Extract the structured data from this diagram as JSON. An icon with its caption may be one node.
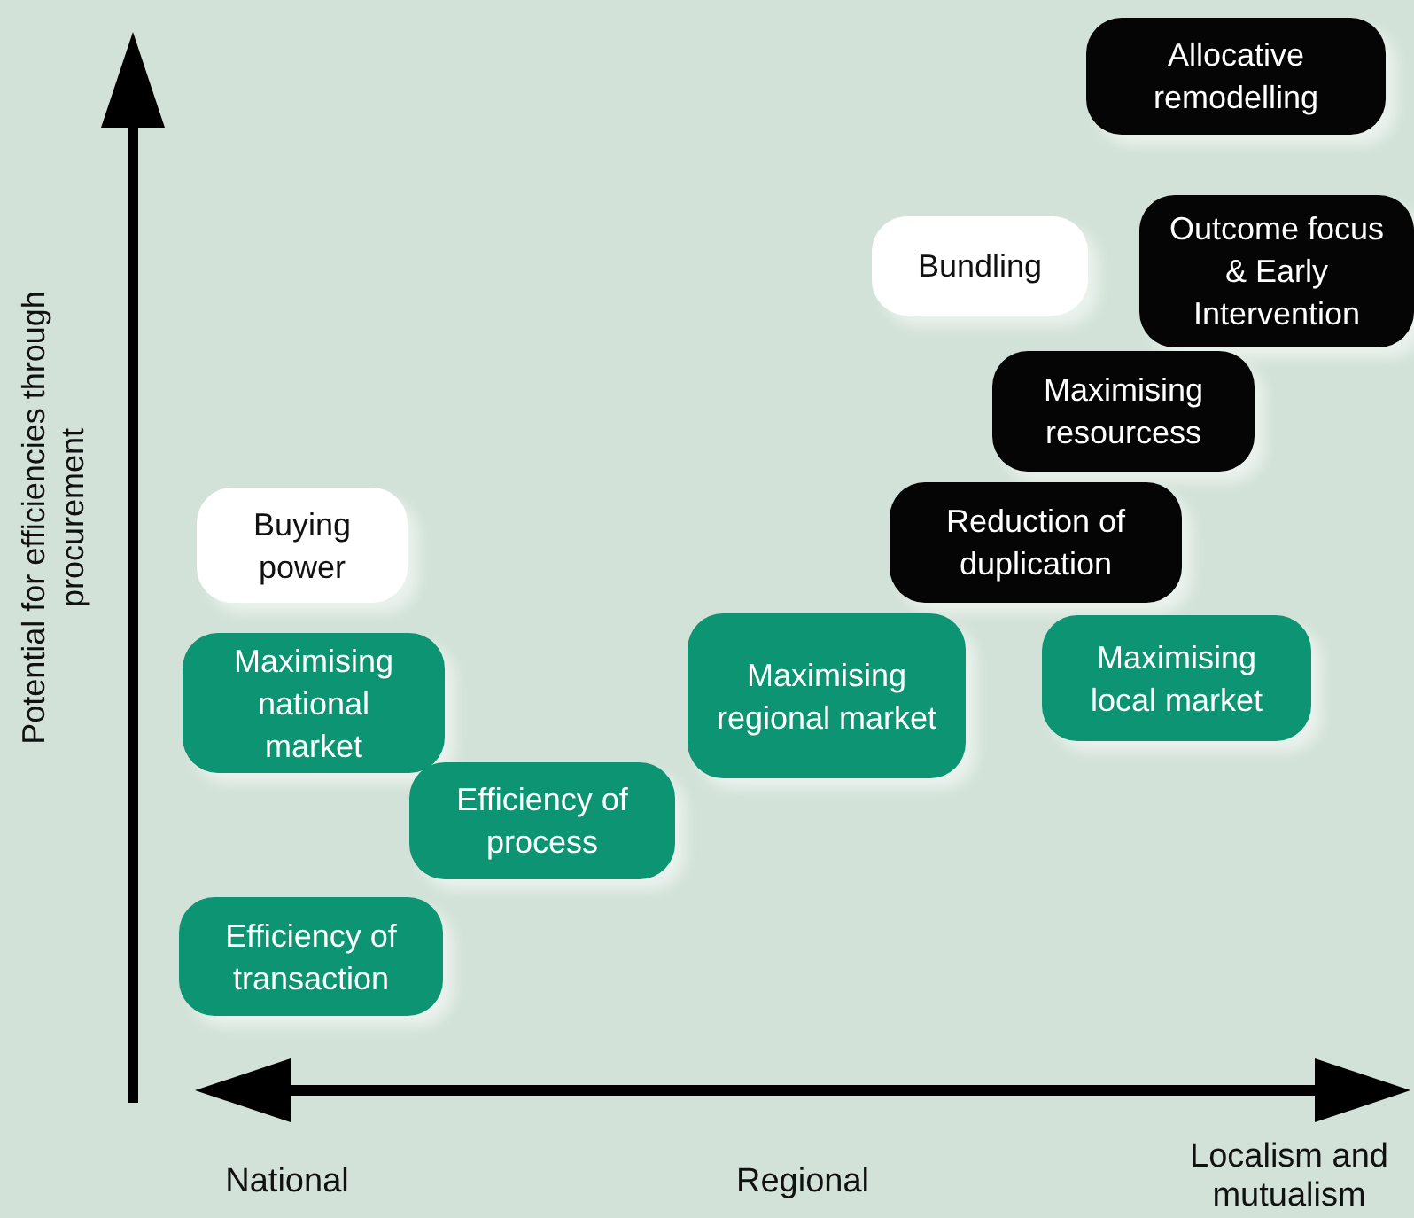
{
  "diagram": {
    "nodes": [
      {
        "text": [
          "Allocative remodelling"
        ]
      },
      {
        "text": [
          "Bundling"
        ]
      },
      {
        "text": [
          "Outcome focus & Early Intervention"
        ]
      },
      {
        "text": [
          "Maximising resourcess"
        ]
      },
      {
        "text": [
          "Buying power"
        ]
      },
      {
        "text": [
          "Reduction of duplication"
        ]
      },
      {
        "text": [
          "Maximising national market"
        ]
      },
      {
        "text": [
          "Maximising regional market"
        ]
      },
      {
        "text": [
          "Maximising local market"
        ]
      },
      {
        "text": [
          "Efficiency of process"
        ]
      },
      {
        "text": [
          "Efficiency of transaction"
        ]
      }
    ],
    "labels": [
      "Potential for efficiencies through procurement",
      "National",
      "Regional",
      "Localism and mutualism"
    ]
  }
}
